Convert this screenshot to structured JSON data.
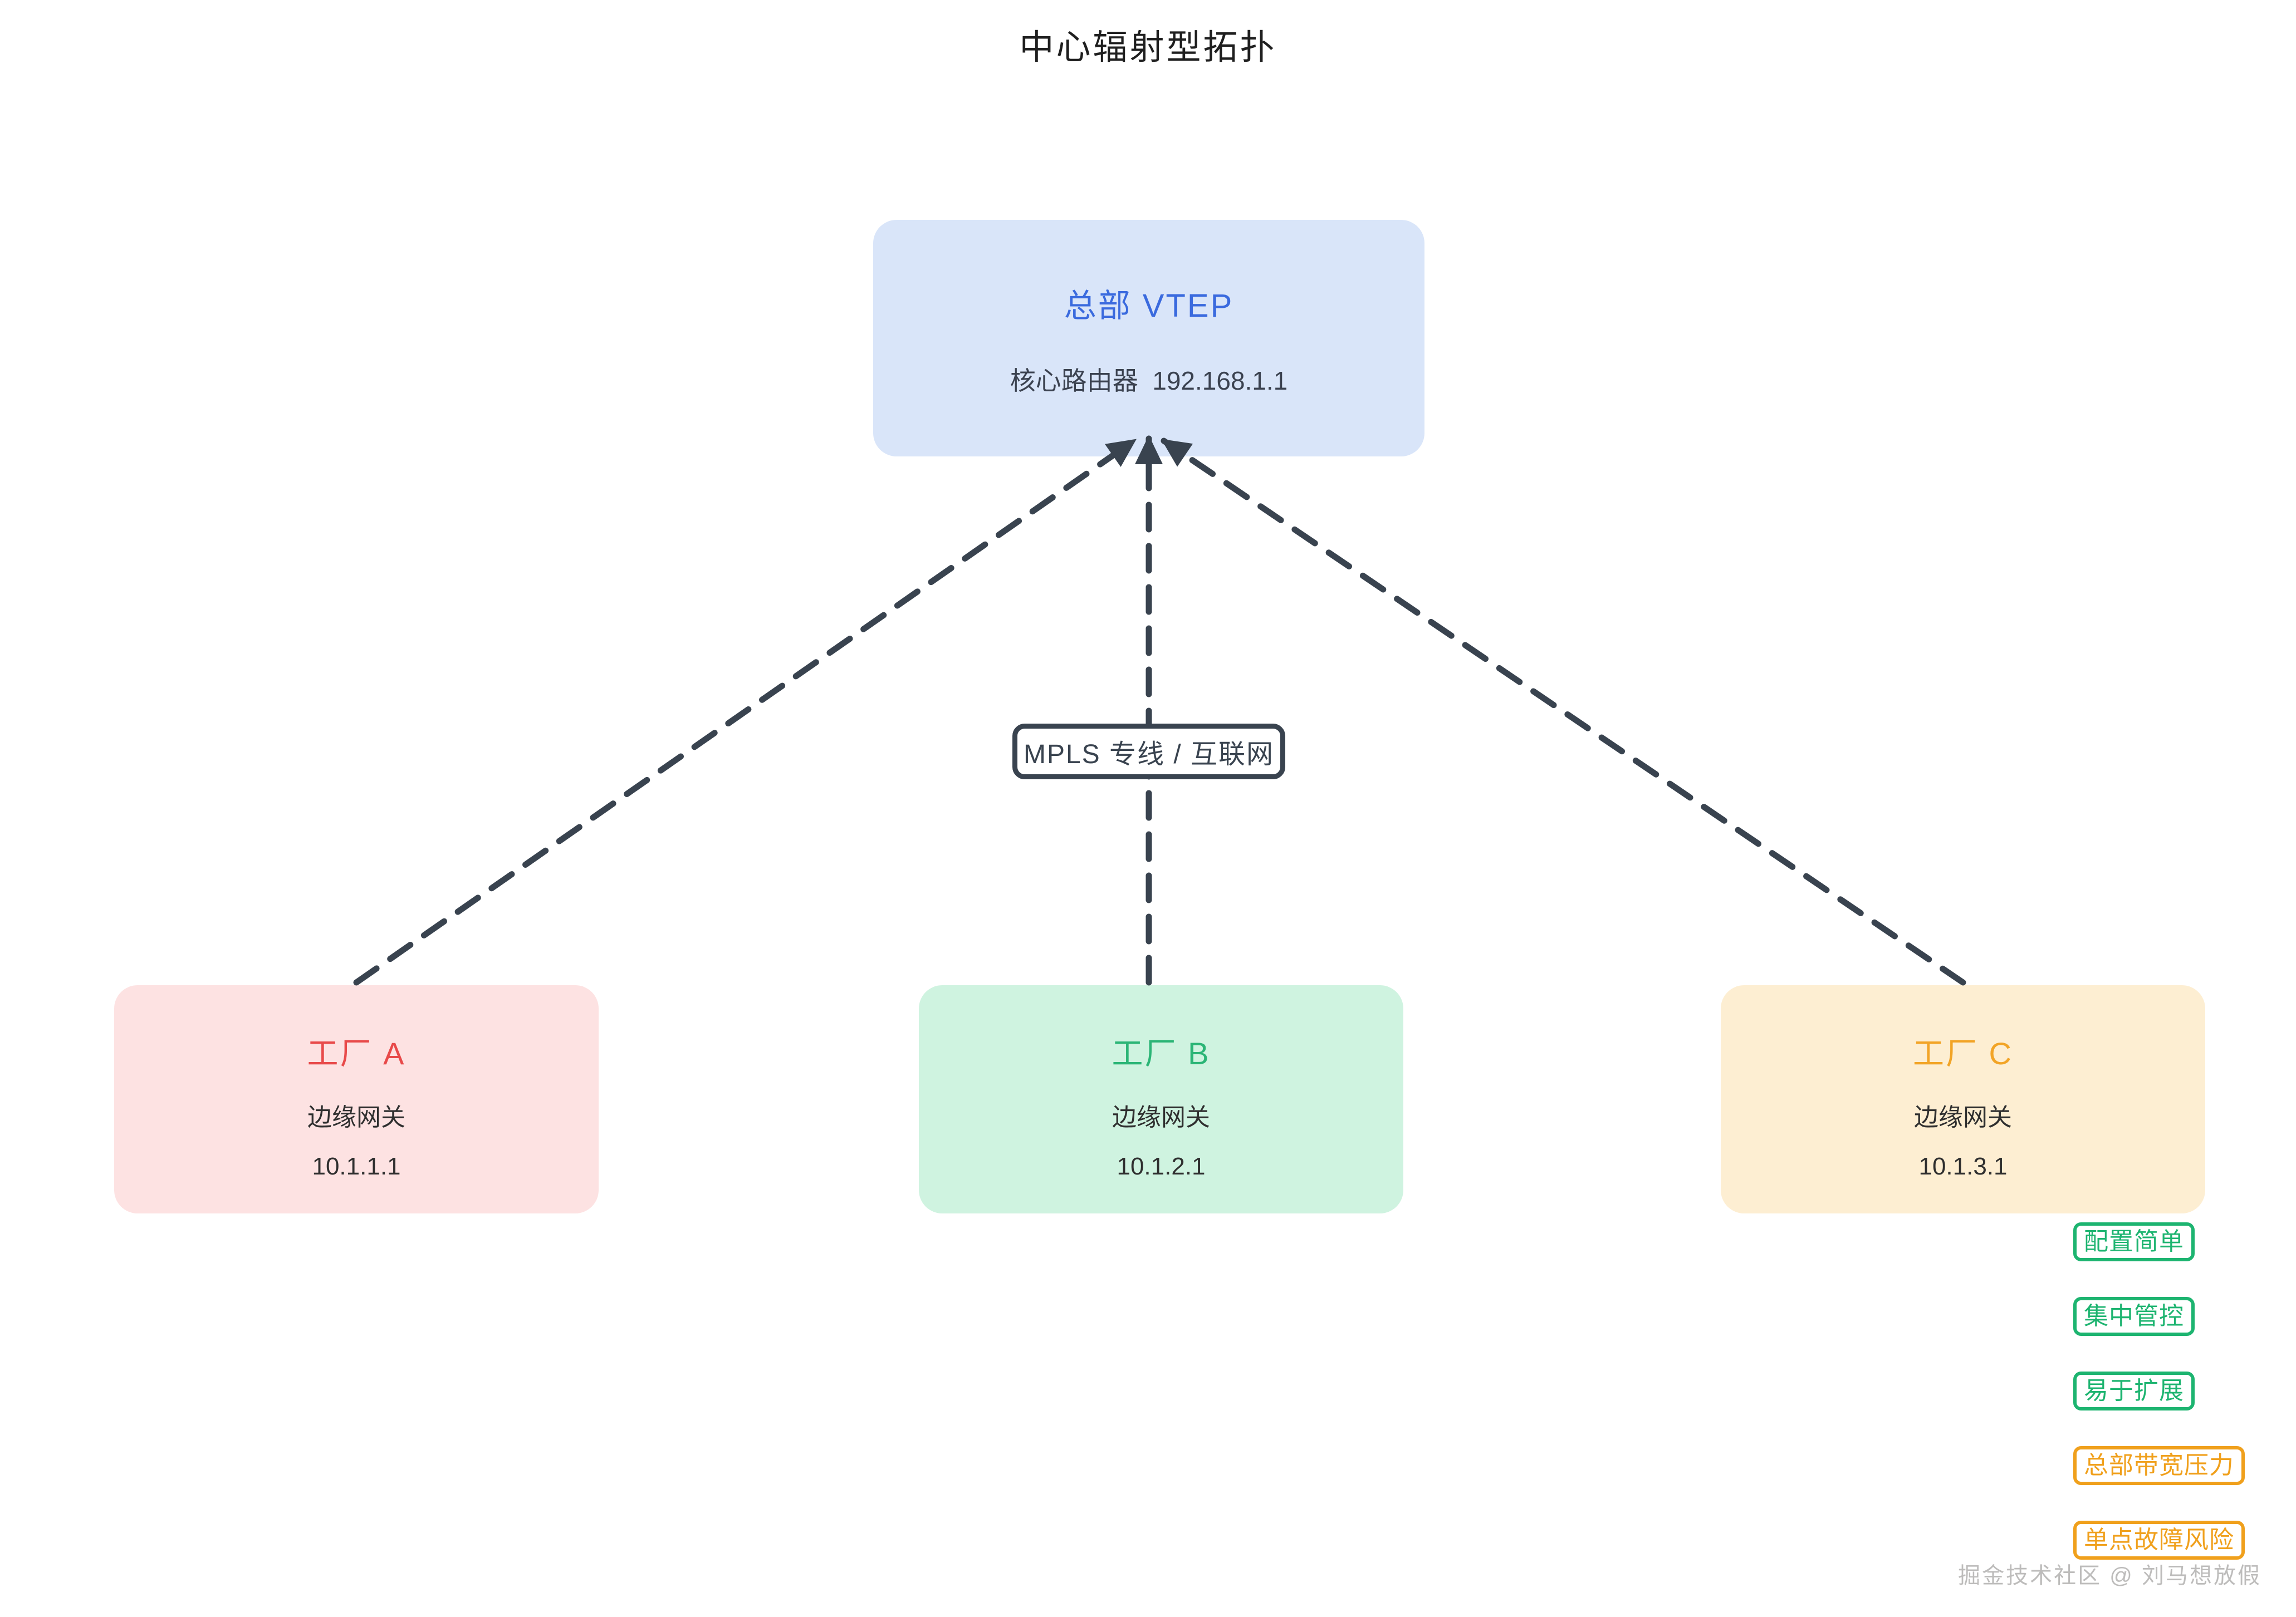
{
  "page_title": "中心辐射型拓扑",
  "hub": {
    "title": "总部 VTEP",
    "subtitle": "核心路由器  192.168.1.1"
  },
  "link": {
    "label": "MPLS 专线 / 互联网"
  },
  "factories": [
    {
      "title": "工厂 A",
      "role": "边缘网关",
      "ip": "10.1.1.1",
      "accent": "#e84a4a",
      "fill": "#fde2e2"
    },
    {
      "title": "工厂 B",
      "role": "边缘网关",
      "ip": "10.1.2.1",
      "accent": "#2bb576",
      "fill": "#cff3e0"
    },
    {
      "title": "工厂 C",
      "role": "边缘网关",
      "ip": "10.1.3.1",
      "accent": "#f2a426",
      "fill": "#fdeed2"
    }
  ],
  "badges": {
    "items": [
      {
        "label": "配置简单",
        "type": "pro"
      },
      {
        "label": "集中管控",
        "type": "pro"
      },
      {
        "label": "易于扩展",
        "type": "pro"
      },
      {
        "label": "总部带宽压力",
        "type": "con"
      },
      {
        "label": "单点故障风险",
        "type": "con"
      }
    ],
    "pro_color": "#1db470",
    "con_color": "#f0a01c"
  },
  "watermark": "掘金技术社区 @ 刘马想放假",
  "colors": {
    "hub_fill": "#d9e5f9",
    "hub_accent": "#3a6ade",
    "line": "#39434f",
    "body_text": "#2f2f2f"
  }
}
